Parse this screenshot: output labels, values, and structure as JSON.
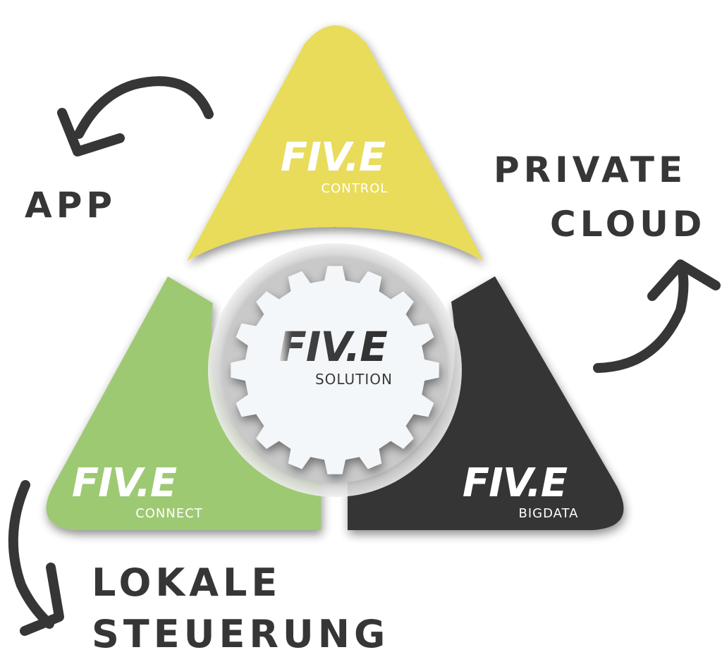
{
  "colors": {
    "control": "#e8dc5a",
    "connect": "#9ec973",
    "bigdata": "#363636",
    "gear": "#f4f7f9",
    "ink": "#363636",
    "logo_light": "#ffffff",
    "logo_dark": "#3a3a3a"
  },
  "segments": {
    "control": {
      "brand": "FIV.E",
      "subtitle": "CONTROL"
    },
    "connect": {
      "brand": "FIV.E",
      "subtitle": "CONNECT"
    },
    "bigdata": {
      "brand": "FIV.E",
      "subtitle": "BIGDATA"
    }
  },
  "center": {
    "brand": "FIV.E",
    "subtitle": "SOLUTION",
    "icon": "gear-icon"
  },
  "annotations": {
    "app": {
      "label": "APP",
      "icon": "curved-arrow-left-icon"
    },
    "private_cloud": {
      "line1": "PRIVATE",
      "line2": "CLOUD",
      "icon": "curved-arrow-up-icon"
    },
    "lokale_steuerung": {
      "line1": "LOKALE",
      "line2": "STEUERUNG",
      "icon": "curved-arrow-down-icon"
    }
  }
}
